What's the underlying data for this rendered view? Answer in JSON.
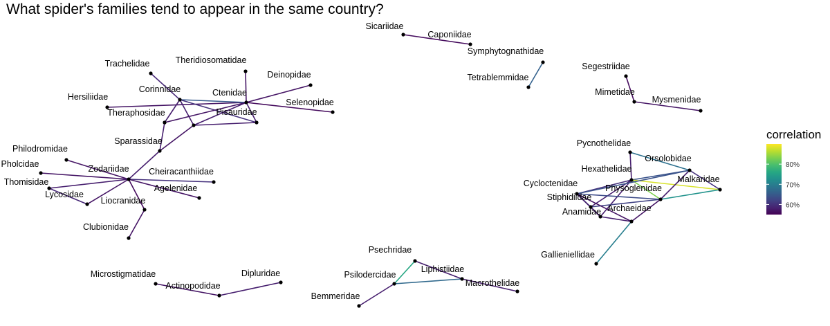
{
  "title": "What spider's families tend to appear in the same country?",
  "legend": {
    "title": "correlation",
    "colormap": "viridis",
    "min": 0.55,
    "max": 0.9,
    "ticks": [
      {
        "value": 0.8,
        "label": "80%"
      },
      {
        "value": 0.7,
        "label": "70%"
      },
      {
        "value": 0.6,
        "label": "60%"
      }
    ]
  },
  "chart_data": {
    "type": "network",
    "title": "What spider's families tend to appear in the same country?",
    "legend_title": "correlation",
    "nodes": [
      {
        "id": "Sicariidae",
        "label": "Sicariidae"
      },
      {
        "id": "Caponiidae",
        "label": "Caponiidae"
      },
      {
        "id": "Symphytognathidae",
        "label": "Symphytognathidae"
      },
      {
        "id": "Tetrablemmidae",
        "label": "Tetrablemmidae"
      },
      {
        "id": "Segestriidae",
        "label": "Segestriidae"
      },
      {
        "id": "Mimetidae",
        "label": "Mimetidae"
      },
      {
        "id": "Mysmenidae",
        "label": "Mysmenidae"
      },
      {
        "id": "Trachelidae",
        "label": "Trachelidae"
      },
      {
        "id": "Theridiosomatidae",
        "label": "Theridiosomatidae"
      },
      {
        "id": "Deinopidae",
        "label": "Deinopidae"
      },
      {
        "id": "Corinnidae",
        "label": "Corinnidae"
      },
      {
        "id": "Ctenidae",
        "label": "Ctenidae"
      },
      {
        "id": "Hersiliidae",
        "label": "Hersiliidae"
      },
      {
        "id": "Selenopidae",
        "label": "Selenopidae"
      },
      {
        "id": "Theraphosidae",
        "label": "Theraphosidae"
      },
      {
        "id": "Pisauridae",
        "label": "Pisauridae"
      },
      {
        "id": "HubA",
        "label": ""
      },
      {
        "id": "HubB",
        "label": ""
      },
      {
        "id": "Sparassidae",
        "label": "Sparassidae"
      },
      {
        "id": "Philodromidae",
        "label": "Philodromidae"
      },
      {
        "id": "Pholcidae",
        "label": "Pholcidae"
      },
      {
        "id": "Zodariidae",
        "label": "Zodariidae"
      },
      {
        "id": "Cheiracanthiidae",
        "label": "Cheiracanthiidae"
      },
      {
        "id": "Thomisidae",
        "label": "Thomisidae"
      },
      {
        "id": "Agelenidae",
        "label": "Agelenidae"
      },
      {
        "id": "Lycosidae",
        "label": "Lycosidae"
      },
      {
        "id": "Liocranidae",
        "label": "Liocranidae"
      },
      {
        "id": "Clubionidae",
        "label": "Clubionidae"
      },
      {
        "id": "Pycnothelidae",
        "label": "Pycnothelidae"
      },
      {
        "id": "Orsolobidae",
        "label": "Orsolobidae"
      },
      {
        "id": "Hexathelidae",
        "label": "Hexathelidae"
      },
      {
        "id": "Malkaridae",
        "label": "Malkaridae"
      },
      {
        "id": "Cycloctenidae",
        "label": "Cycloctenidae"
      },
      {
        "id": "Physoglenidae",
        "label": "Physoglenidae"
      },
      {
        "id": "Stiphidiidae",
        "label": "Stiphidiidae"
      },
      {
        "id": "Anamidae",
        "label": "Anamidae"
      },
      {
        "id": "Archaeidae",
        "label": "Archaeidae"
      },
      {
        "id": "Gallieniellidae",
        "label": "Gallieniellidae"
      },
      {
        "id": "Psechridae",
        "label": "Psechridae"
      },
      {
        "id": "Liphistiidae",
        "label": "Liphistiidae"
      },
      {
        "id": "Psilodercidae",
        "label": "Psilodercidae"
      },
      {
        "id": "Macrothelidae",
        "label": "Macrothelidae"
      },
      {
        "id": "Bemmeridae",
        "label": "Bemmeridae"
      },
      {
        "id": "Microstigmatidae",
        "label": "Microstigmatidae"
      },
      {
        "id": "Dipluridae",
        "label": "Dipluridae"
      },
      {
        "id": "Actinopodidae",
        "label": "Actinopodidae"
      }
    ],
    "edges": [
      {
        "source": "Sicariidae",
        "target": "Caponiidae",
        "correlation": 0.56
      },
      {
        "source": "Symphytognathidae",
        "target": "Tetrablemmidae",
        "correlation": 0.66
      },
      {
        "source": "Segestriidae",
        "target": "Mimetidae",
        "correlation": 0.56
      },
      {
        "source": "Mimetidae",
        "target": "Mysmenidae",
        "correlation": 0.57
      },
      {
        "source": "Trachelidae",
        "target": "Corinnidae",
        "correlation": 0.59
      },
      {
        "source": "Theridiosomatidae",
        "target": "Ctenidae",
        "correlation": 0.57
      },
      {
        "source": "Deinopidae",
        "target": "Ctenidae",
        "correlation": 0.57
      },
      {
        "source": "Hersiliidae",
        "target": "Ctenidae",
        "correlation": 0.57
      },
      {
        "source": "Corinnidae",
        "target": "Ctenidae",
        "correlation": 0.65
      },
      {
        "source": "Selenopidae",
        "target": "Ctenidae",
        "correlation": 0.56
      },
      {
        "source": "Corinnidae",
        "target": "HubA",
        "correlation": 0.58
      },
      {
        "source": "Corinnidae",
        "target": "HubB",
        "correlation": 0.58
      },
      {
        "source": "Corinnidae",
        "target": "Pisauridae",
        "correlation": 0.6
      },
      {
        "source": "Ctenidae",
        "target": "HubA",
        "correlation": 0.58
      },
      {
        "source": "Ctenidae",
        "target": "HubB",
        "correlation": 0.57
      },
      {
        "source": "Ctenidae",
        "target": "Pisauridae",
        "correlation": 0.58
      },
      {
        "source": "HubA",
        "target": "Pisauridae",
        "correlation": 0.58
      },
      {
        "source": "HubA",
        "target": "Sparassidae",
        "correlation": 0.57
      },
      {
        "source": "HubB",
        "target": "Sparassidae",
        "correlation": 0.58
      },
      {
        "source": "Sparassidae",
        "target": "Zodariidae",
        "correlation": 0.58
      },
      {
        "source": "Philodromidae",
        "target": "Zodariidae",
        "correlation": 0.57
      },
      {
        "source": "Pholcidae",
        "target": "Zodariidae",
        "correlation": 0.57
      },
      {
        "source": "Thomisidae",
        "target": "Zodariidae",
        "correlation": 0.58
      },
      {
        "source": "Cheiracanthiidae",
        "target": "Zodariidae",
        "correlation": 0.6
      },
      {
        "source": "Agelenidae",
        "target": "Zodariidae",
        "correlation": 0.57
      },
      {
        "source": "Lycosidae",
        "target": "Zodariidae",
        "correlation": 0.57
      },
      {
        "source": "Liocranidae",
        "target": "Zodariidae",
        "correlation": 0.56
      },
      {
        "source": "Thomisidae",
        "target": "Lycosidae",
        "correlation": 0.59
      },
      {
        "source": "Liocranidae",
        "target": "Clubionidae",
        "correlation": 0.57
      },
      {
        "source": "Pycnothelidae",
        "target": "Orsolobidae",
        "correlation": 0.68
      },
      {
        "source": "Pycnothelidae",
        "target": "Hexathelidae",
        "correlation": 0.58
      },
      {
        "source": "Hexathelidae",
        "target": "Orsolobidae",
        "correlation": 0.64
      },
      {
        "source": "Hexathelidae",
        "target": "Malkaridae",
        "correlation": 0.88
      },
      {
        "source": "Hexathelidae",
        "target": "Physoglenidae",
        "correlation": 0.83
      },
      {
        "source": "Hexathelidae",
        "target": "Cycloctenidae",
        "correlation": 0.6
      },
      {
        "source": "Hexathelidae",
        "target": "Stiphidiidae",
        "correlation": 0.58
      },
      {
        "source": "Hexathelidae",
        "target": "Anamidae",
        "correlation": 0.58
      },
      {
        "source": "Orsolobidae",
        "target": "Malkaridae",
        "correlation": 0.6
      },
      {
        "source": "Orsolobidae",
        "target": "Cycloctenidae",
        "correlation": 0.64
      },
      {
        "source": "Orsolobidae",
        "target": "Physoglenidae",
        "correlation": 0.58
      },
      {
        "source": "Malkaridae",
        "target": "Physoglenidae",
        "correlation": 0.73
      },
      {
        "source": "Cycloctenidae",
        "target": "Physoglenidae",
        "correlation": 0.63
      },
      {
        "source": "Stiphidiidae",
        "target": "Physoglenidae",
        "correlation": 0.62
      },
      {
        "source": "Cycloctenidae",
        "target": "Stiphidiidae",
        "correlation": 0.64
      },
      {
        "source": "Cycloctenidae",
        "target": "Anamidae",
        "correlation": 0.58
      },
      {
        "source": "Stiphidiidae",
        "target": "Anamidae",
        "correlation": 0.58
      },
      {
        "source": "Anamidae",
        "target": "Archaeidae",
        "correlation": 0.58
      },
      {
        "source": "Physoglenidae",
        "target": "Archaeidae",
        "correlation": 0.57
      },
      {
        "source": "Cycloctenidae",
        "target": "Archaeidae",
        "correlation": 0.57
      },
      {
        "source": "Archaeidae",
        "target": "Gallieniellidae",
        "correlation": 0.7
      },
      {
        "source": "Psechridae",
        "target": "Liphistiidae",
        "correlation": 0.58
      },
      {
        "source": "Psechridae",
        "target": "Psilodercidae",
        "correlation": 0.76
      },
      {
        "source": "Psilodercidae",
        "target": "Liphistiidae",
        "correlation": 0.67
      },
      {
        "source": "Liphistiidae",
        "target": "Macrothelidae",
        "correlation": 0.58
      },
      {
        "source": "Psilodercidae",
        "target": "Bemmeridae",
        "correlation": 0.58
      },
      {
        "source": "Microstigmatidae",
        "target": "Actinopodidae",
        "correlation": 0.57
      },
      {
        "source": "Actinopodidae",
        "target": "Dipluridae",
        "correlation": 0.58
      }
    ]
  }
}
